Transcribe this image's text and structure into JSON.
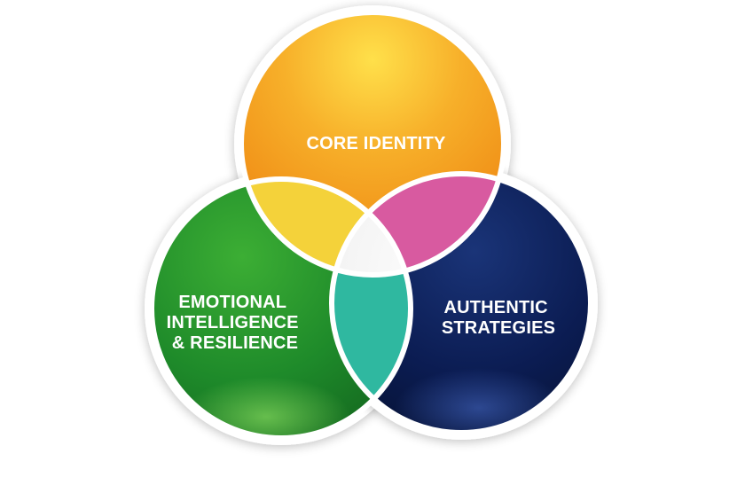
{
  "diagram": {
    "type": "venn",
    "circles": [
      {
        "id": "core-identity",
        "lines": [
          "CORE IDENTITY"
        ],
        "color": "#f39a1e",
        "highlight": "#ffd84a"
      },
      {
        "id": "emotional-intelligence",
        "lines": [
          "EMOTIONAL",
          "INTELLIGENCE",
          "& RESILIENCE"
        ],
        "color": "#1f8f2e",
        "highlight": "#5fc13a"
      },
      {
        "id": "authentic-strategies",
        "lines": [
          "AUTHENTIC",
          "STRATEGIES"
        ],
        "color": "#0b1c52",
        "highlight": "#1f3f8c"
      }
    ],
    "overlap_colors": {
      "core_emotional": "#f4d23a",
      "core_authentic": "#d85aa0",
      "emotional_authentic": "#2fb8a0",
      "center": "#ffffff"
    }
  }
}
